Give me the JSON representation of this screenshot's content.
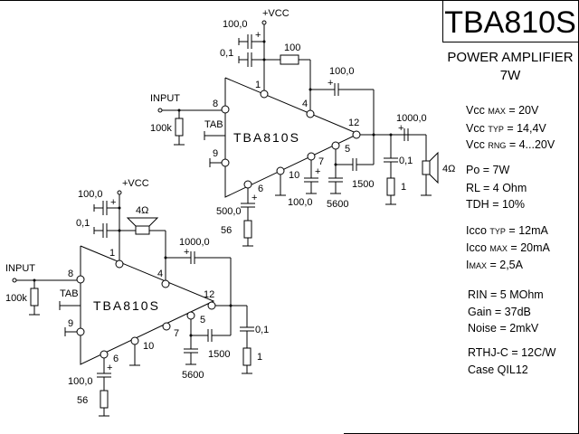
{
  "header": {
    "part_number": "TBA810S",
    "subtitle": "POWER AMPLIFIER",
    "power_rating": "7W"
  },
  "specs": {
    "vcc_max": {
      "label": "Vcc",
      "qualifier": "MAX",
      "value": "= 20V"
    },
    "vcc_typ": {
      "label": "Vcc",
      "qualifier": "TYP",
      "value": "= 14,4V"
    },
    "vcc_rng": {
      "label": "Vcc",
      "qualifier": "RNG",
      "value": "= 4...20V"
    },
    "po": {
      "label": "Po",
      "value": "=  7W"
    },
    "rl": {
      "label": "RL",
      "value": "=  4 Ohm"
    },
    "tdh": {
      "label": "TDH",
      "value": "=  10%"
    },
    "icco_typ": {
      "label": "Icco",
      "qualifier": "TYP",
      "value": "= 12mA"
    },
    "icco_max": {
      "label": "Icco",
      "qualifier": "MAX",
      "value": "= 20mA"
    },
    "imax": {
      "label": "I",
      "qualifier": "MAX",
      "value": "=  2,5A"
    },
    "rin": {
      "label": "RIN",
      "value": "= 5 MOhm"
    },
    "gain": {
      "label": "Gain",
      "value": "= 37dB"
    },
    "noise": {
      "label": "Noise",
      "value": "= 2mkV"
    },
    "rthjc": {
      "label": "RTHJ-C",
      "value": "= 12C/W"
    },
    "case": {
      "label": "Case",
      "value": "QIL12"
    }
  },
  "circuit1": {
    "chip_label": "TBA810S",
    "vcc_label": "+VCC",
    "input_label": "INPUT",
    "tab_label": "TAB",
    "r_input": "100k",
    "c_supply_elec": "100,0",
    "c_supply": "0,1",
    "r_boot": "100",
    "c_boot": "100,0",
    "c_out": "1000,0",
    "c_zobel": "0,1",
    "r_zobel": "1",
    "speaker": "4Ω",
    "c_pin5": "1500",
    "c_5600": "5600",
    "c_pin7": "100,0",
    "c_pin6": "500,0",
    "r_pin6": "56",
    "pins": [
      "1",
      "4",
      "8",
      "9",
      "12",
      "5",
      "7",
      "10",
      "6"
    ]
  },
  "circuit2": {
    "chip_label": "TBA810S",
    "vcc_label": "+VCC",
    "input_label": "INPUT",
    "tab_label": "TAB",
    "r_input": "100k",
    "c_supply_elec": "100,0",
    "c_supply": "0,1",
    "speaker": "4Ω",
    "c_boot": "1000,0",
    "c_zobel": "0,1",
    "r_zobel": "1",
    "c_pin5": "1500",
    "c_5600": "5600",
    "c_pin6": "100,0",
    "r_pin6": "56",
    "pins": [
      "1",
      "4",
      "8",
      "9",
      "12",
      "5",
      "7",
      "10",
      "6"
    ]
  }
}
